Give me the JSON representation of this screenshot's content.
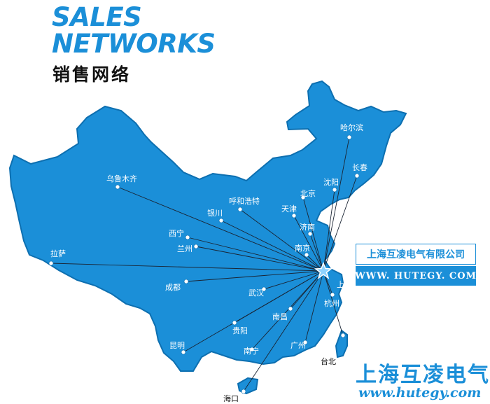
{
  "header": {
    "title_line1": "SALES",
    "title_line2": "NETWORKS",
    "title_cn": "销售网络"
  },
  "hub": {
    "name": "上海",
    "company_name": "上海互凌电气有限公司",
    "website": "WWW. HUTEGY. COM"
  },
  "brand": {
    "name_cn": "上海互凌电气",
    "url": "www.hutegy.com"
  },
  "cities": [
    "哈尔滨",
    "长春",
    "沈阳",
    "北京",
    "天津",
    "济南",
    "南京",
    "呼和浩特",
    "银川",
    "西宁",
    "兰州",
    "乌鲁木齐",
    "拉萨",
    "成都",
    "武汉",
    "南昌",
    "杭州",
    "贵阳",
    "昆明",
    "南宁",
    "广州",
    "台北",
    "海口"
  ],
  "colors": {
    "map_fill": "#1b8fd8",
    "map_edge": "#0d6fb0",
    "route_line": "#1a2433",
    "city_dot": "#ffffff",
    "hub_star": "#8fd3ff"
  }
}
